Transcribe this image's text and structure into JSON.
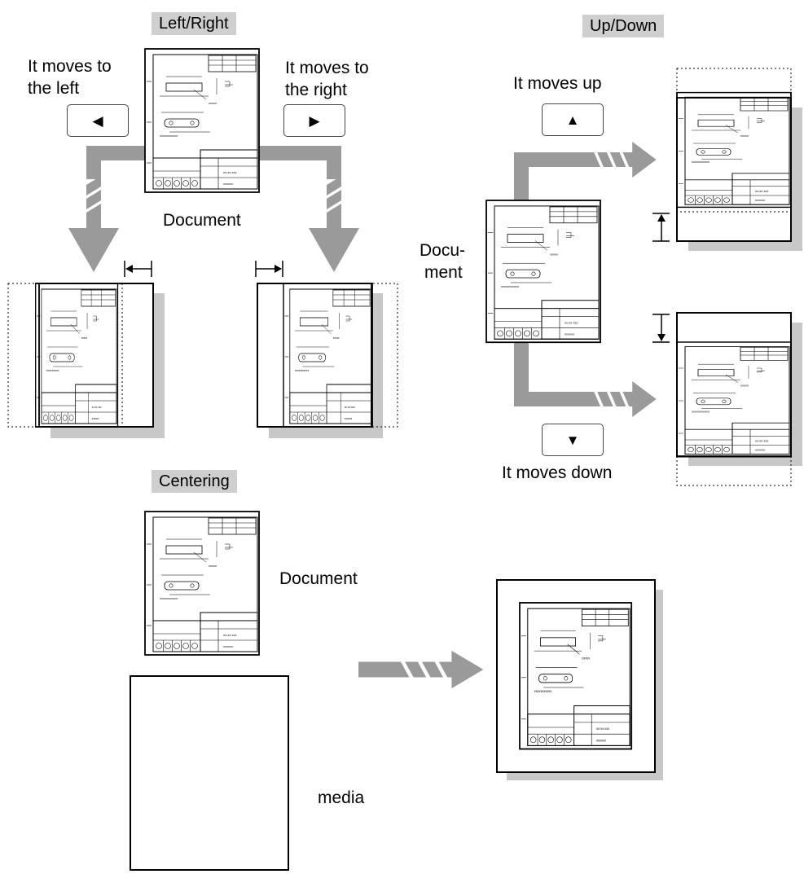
{
  "sections": {
    "left_right": {
      "title": "Left/Right",
      "move_left_line1": "It moves to",
      "move_left_line2": "the left",
      "move_right_line1": "It moves to",
      "move_right_line2": "the right",
      "left_arrow_icon": "triangle-left-icon",
      "right_arrow_icon": "triangle-right-icon",
      "document_label": "Document"
    },
    "up_down": {
      "title": "Up/Down",
      "move_up": "It moves up",
      "move_down": "It moves down",
      "up_arrow_icon": "triangle-up-icon",
      "down_arrow_icon": "triangle-down-icon",
      "document_label_line1": "Docu-",
      "document_label_line2": "ment"
    },
    "centering": {
      "title": "Centering",
      "document_label": "Document",
      "media_label": "media"
    }
  },
  "colors": {
    "tab_bg": "#cfcfcf",
    "flow_arrow": "#9a9a9a",
    "shadow": "#c8c8c8",
    "line": "#000000"
  }
}
